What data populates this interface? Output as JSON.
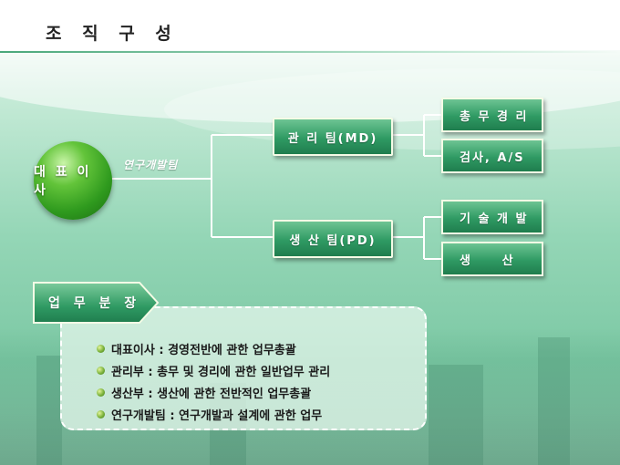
{
  "title": "조 직 구 성",
  "ceo": {
    "label": "대 표 이 사"
  },
  "rnd_team": "연구개발팀",
  "teams": [
    {
      "label": "관 리 팀(MD)",
      "subs": [
        "총 무 경 리",
        "검사, A/S"
      ]
    },
    {
      "label": "생 산 팀(PD)",
      "subs": [
        "기 술 개 발",
        "생     산"
      ]
    }
  ],
  "duties": {
    "label": "업 무 분 장",
    "items": [
      "대표이사 : 경영전반에 관한 업무총괄",
      "관리부 : 총무 및 경리에 관한 일반업무 관리",
      "생산부 : 생산에 관한 전반적인 업무총괄",
      "연구개발팀 : 연구개발과 설계에 관한 업무"
    ]
  },
  "colors": {
    "accent": "#2f9a63",
    "ceo": "#3aa52a",
    "line": "#ffffff"
  }
}
